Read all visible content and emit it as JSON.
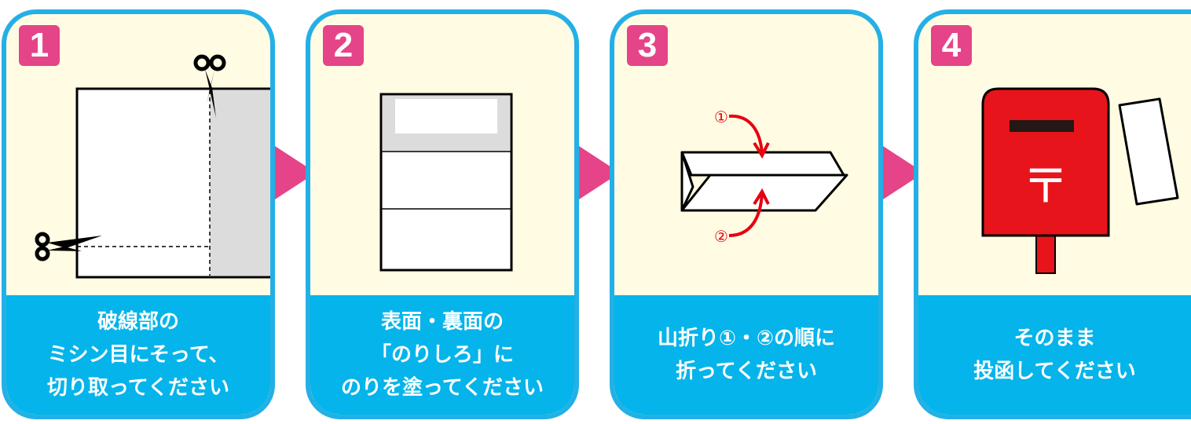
{
  "colors": {
    "border": "#23b0e6",
    "card_bg": "#fffce3",
    "caption_bg": "#05b4ea",
    "badge": "#e54488",
    "arrow": "#e54488",
    "postbox_red": "#e8141b",
    "fold_arrow_red": "#e60012"
  },
  "steps": [
    {
      "number": "1",
      "caption": [
        "破線部の",
        "ミシン目にそって、",
        "切り取ってください"
      ],
      "icons": [
        "scissors-icon",
        "scissors-icon"
      ]
    },
    {
      "number": "2",
      "caption": [
        "表面・裏面の",
        "「のりしろ」に",
        "のりを塗ってください"
      ]
    },
    {
      "number": "3",
      "caption": [
        "山折り①・②の順に",
        "折ってください"
      ],
      "fold_labels": [
        "①",
        "②"
      ]
    },
    {
      "number": "4",
      "caption": [
        "そのまま",
        "投函してください"
      ],
      "postbox_mark": "〒"
    }
  ]
}
